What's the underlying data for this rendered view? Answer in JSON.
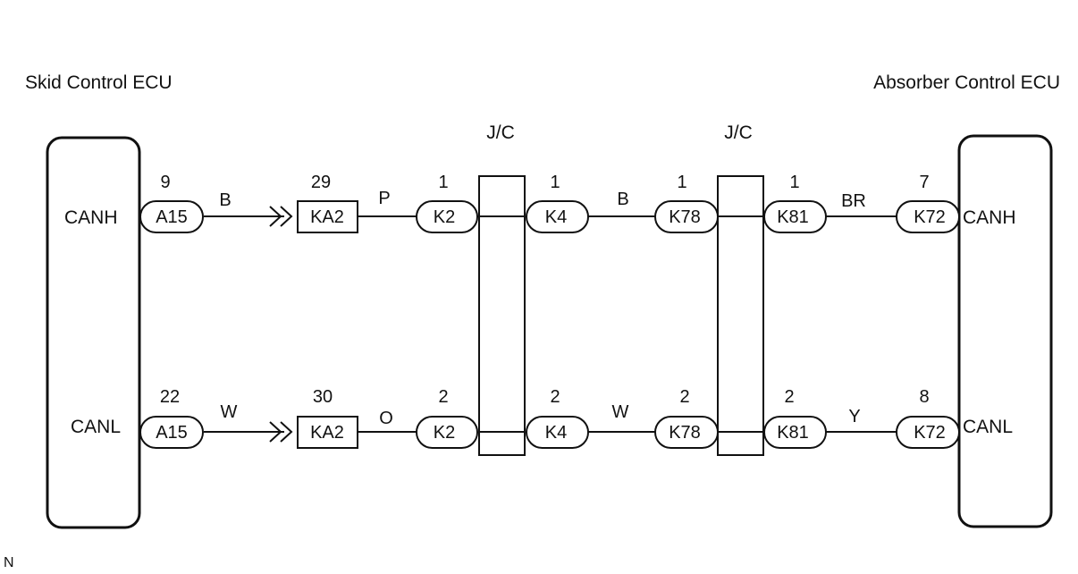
{
  "ecu_left": {
    "title": "Skid Control ECU",
    "pin_high": "CANH",
    "pin_low": "CANL"
  },
  "ecu_right": {
    "title": "Absorber Control ECU",
    "pin_high": "CANH",
    "pin_low": "CANL"
  },
  "junctions": [
    {
      "label": "J/C"
    },
    {
      "label": "J/C"
    }
  ],
  "rows": [
    {
      "signal": "CANH",
      "connectors": [
        {
          "id": "A15",
          "pin": "9",
          "shape": "pill"
        },
        {
          "id": "KA2",
          "pin": "29",
          "shape": "box"
        },
        {
          "id": "K2",
          "pin": "1",
          "shape": "pill"
        },
        {
          "id": "K4",
          "pin": "1",
          "shape": "pill"
        },
        {
          "id": "K78",
          "pin": "1",
          "shape": "pill"
        },
        {
          "id": "K81",
          "pin": "1",
          "shape": "pill"
        },
        {
          "id": "K72",
          "pin": "7",
          "shape": "pill"
        }
      ],
      "wire_colors": [
        "B",
        "P",
        "B",
        "BR"
      ]
    },
    {
      "signal": "CANL",
      "connectors": [
        {
          "id": "A15",
          "pin": "22",
          "shape": "pill"
        },
        {
          "id": "KA2",
          "pin": "30",
          "shape": "box"
        },
        {
          "id": "K2",
          "pin": "2",
          "shape": "pill"
        },
        {
          "id": "K4",
          "pin": "2",
          "shape": "pill"
        },
        {
          "id": "K78",
          "pin": "2",
          "shape": "pill"
        },
        {
          "id": "K81",
          "pin": "2",
          "shape": "pill"
        },
        {
          "id": "K72",
          "pin": "8",
          "shape": "pill"
        }
      ],
      "wire_colors": [
        "W",
        "O",
        "W",
        "Y"
      ]
    }
  ],
  "footnote": "N"
}
